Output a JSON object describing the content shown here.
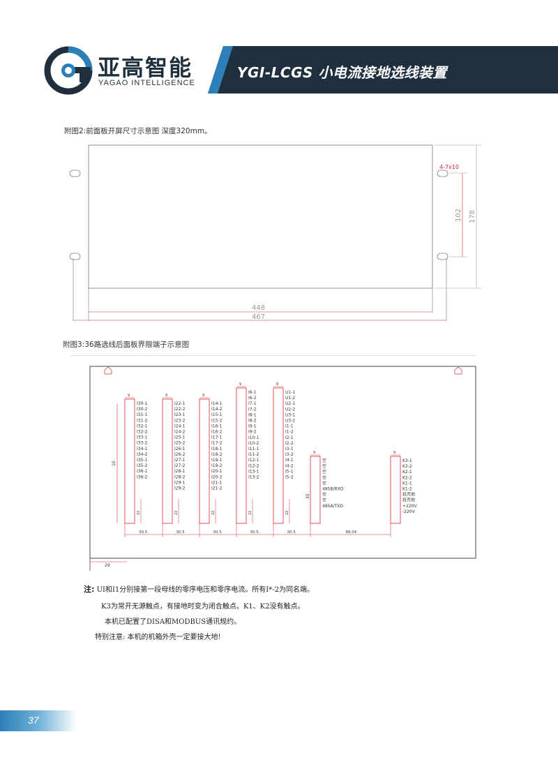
{
  "header": {
    "brand_cn": "亚高智能",
    "brand_en": "YAGAO INTELLIGENCE",
    "product_title": "YGI-LCGS 小电流接地选线装置"
  },
  "figure2": {
    "caption": "附图2:前面板开屏尺寸示意图   深度320mm。",
    "dim_hole": "4-7x10",
    "dim_102": "102",
    "dim_178": "178",
    "dim_448": "448",
    "dim_467": "467"
  },
  "figure3": {
    "caption": "附图3:36路选线后面板界限端子示意图",
    "dim_9": "9",
    "dim_10": "10",
    "dim_22": "22",
    "dim_35": "35",
    "dim_29": "29",
    "spacing": [
      "30.5",
      "30.5",
      "30.5",
      "30.5",
      "30.5",
      "66.04"
    ],
    "blocks": [
      [
        "I30-1",
        "I30-2",
        "I31-1",
        "I31-2",
        "I32-1",
        "I32-2",
        "I33-1",
        "I33-2",
        "I34-1",
        "I34-2",
        "I35-1",
        "I35-2",
        "I36-1",
        "I36-2"
      ],
      [
        "I22-1",
        "I22-2",
        "I23-1",
        "I23-2",
        "I24-1",
        "I24-2",
        "I25-1",
        "I25-2",
        "I26-1",
        "I26-2",
        "I27-1",
        "I27-2",
        "I28-1",
        "I28-2",
        "I29-1",
        "I29-2"
      ],
      [
        "I14-1",
        "I14-2",
        "I15-1",
        "I15-2",
        "I16-1",
        "I16-2",
        "I17-1",
        "I17-2",
        "I18-1",
        "I18-2",
        "I19-1",
        "I19-2",
        "I20-1",
        "I20-2",
        "I21-1",
        "I21-2"
      ],
      [
        "I6-1",
        "I6-2",
        "I7-1",
        "I7-2",
        "I8-1",
        "I8-2",
        "I9-1",
        "I9-2",
        "I10-1",
        "I10-2",
        "I11-1",
        "I11-2",
        "I12-1",
        "I12-2",
        "I13-1",
        "I13-2"
      ],
      [
        "U1-1",
        "U1-2",
        "U2-1",
        "U2-2",
        "U3-1",
        "U3-2",
        "I1-1",
        "I1-2",
        "I2-1",
        "I2-2",
        "I3-1",
        "I3-2",
        "I4-1",
        "I4-2",
        "I5-1",
        "I5-2"
      ],
      [
        "空",
        "空",
        "空",
        "空",
        "空",
        "485B/RXD",
        "空",
        "空",
        "485A/TXD"
      ],
      [
        "K3-1",
        "K3-2",
        "K2-1",
        "K2-2",
        "K1-1",
        "K1-2",
        "机壳地",
        "机壳地",
        "+220V",
        "-220V"
      ]
    ]
  },
  "notes": {
    "label": "注:",
    "line1": "UI和I1分别接第一段母线的零序电压和零序电流。所有I*-2为同名端。",
    "line2": "K3为常开无源触点，有接地时变为闭合触点。K1、K2没有触点。",
    "line3": "本机已配置了DISA和MODBUS通讯规约。",
    "line4": "特别注意: 本机的机箱外壳一定要接大地!"
  },
  "footer": {
    "page_number": "37"
  },
  "colors": {
    "dark_navy": "#1f2f3d",
    "accent_blue": "#2c7fb8",
    "dim_red": "#d9262b"
  }
}
